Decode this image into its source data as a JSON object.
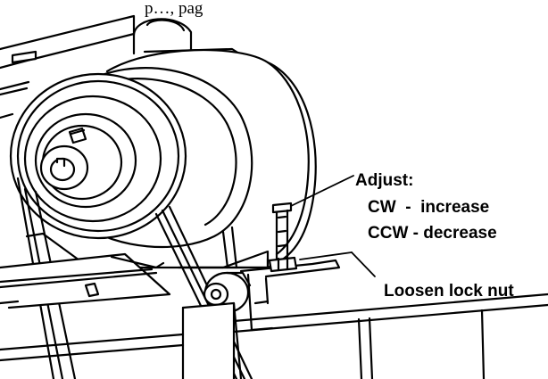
{
  "figure": {
    "top_caption_fragment": "p…, pag",
    "callouts": {
      "adjust_title": "Adjust:",
      "cw_line": "CW  -  increase",
      "ccw_line": "CCW - decrease",
      "lock_nut": "Loosen lock nut"
    },
    "line_color": "#000000",
    "background": "#ffffff",
    "icons": [
      "motor-illustration",
      "pulley-icon",
      "belt-icon",
      "adjust-bolt-icon",
      "lock-nut-icon",
      "idler-roller-icon"
    ]
  }
}
